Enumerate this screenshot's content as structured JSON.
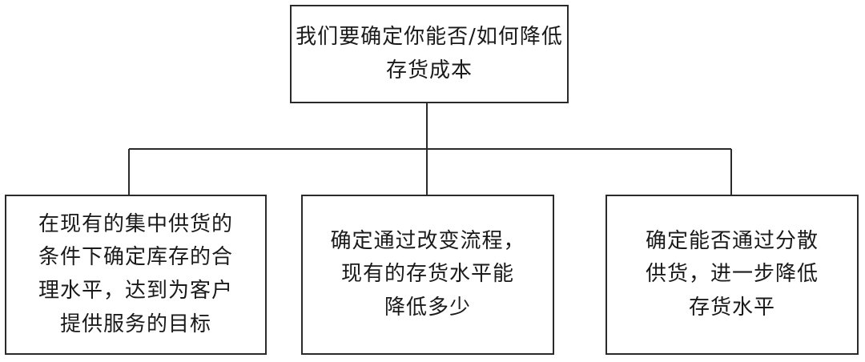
{
  "diagram": {
    "root": {
      "text": "我们要确定你能否/如何降低\n存货成本"
    },
    "children": [
      {
        "text": "在现有的集中供货的\n条件下确定库存的合\n理水平，达到为客户\n提供服务的目标"
      },
      {
        "text": "确定通过改变流程，\n现有的存货水平能\n降低多少"
      },
      {
        "text": "确定能否通过分散\n供货，进一步降低\n存货水平"
      }
    ]
  }
}
